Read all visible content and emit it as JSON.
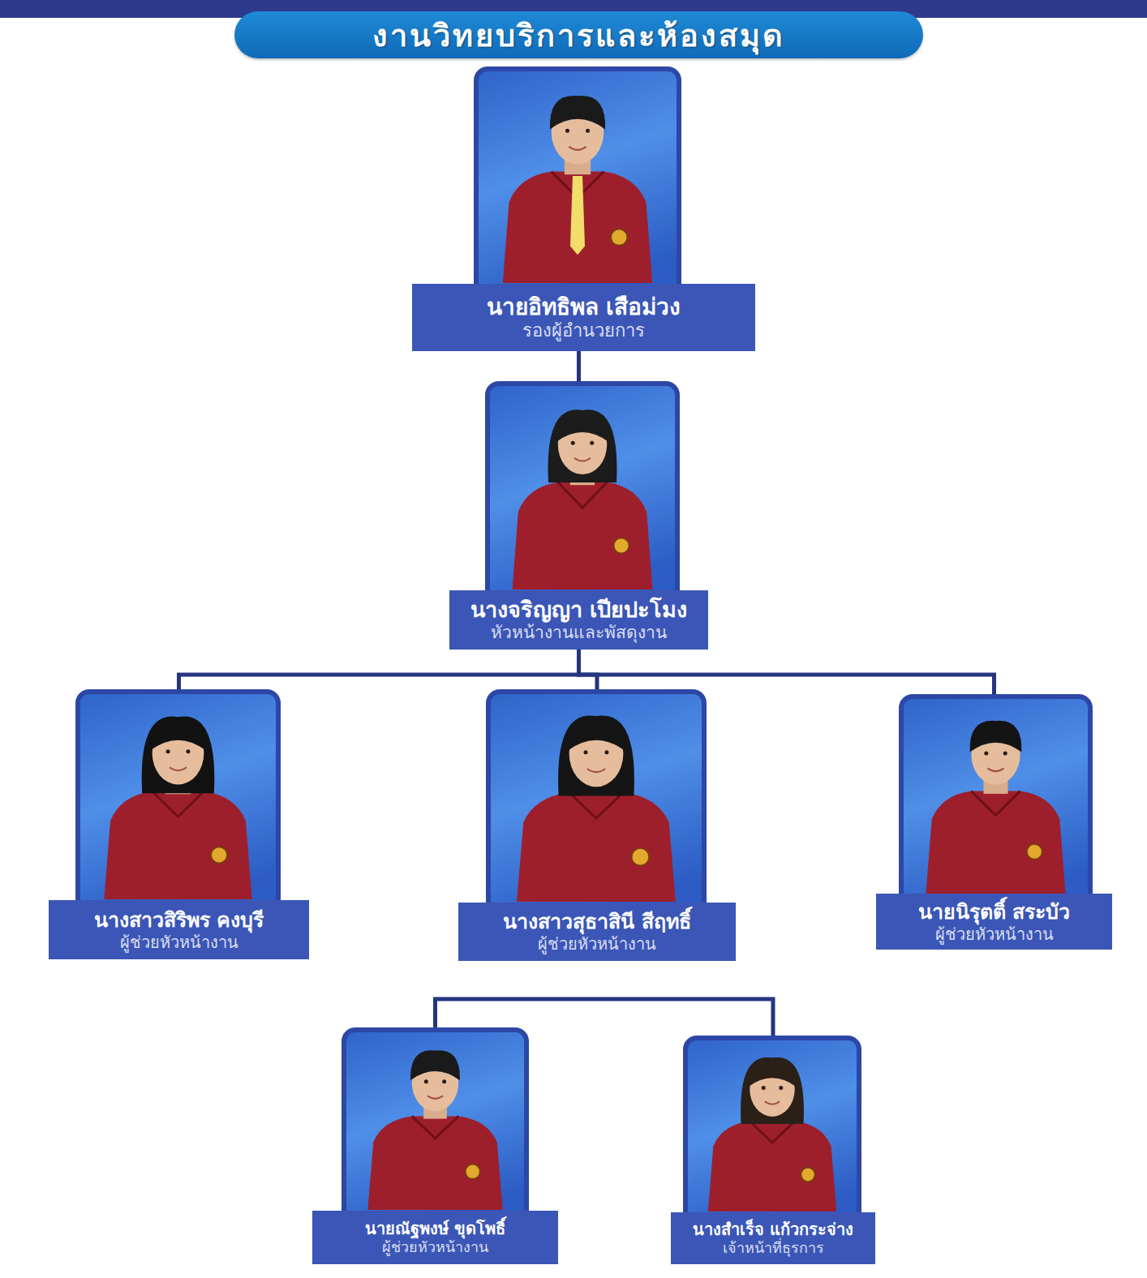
{
  "diagram": {
    "title": "งานวิทยบริการและห้องสมุด",
    "nodes": [
      {
        "text": [
          "นายอิทธิพล เสือม่วง",
          "รองผู้อำนวยการ"
        ]
      },
      {
        "text": [
          "นางจริญญา เปียปะโมง",
          "หัวหน้างานและพัสดุงาน"
        ]
      },
      {
        "text": [
          "นางสาวสิริพร คงบุรี",
          "ผู้ช่วยหัวหน้างาน"
        ]
      },
      {
        "text": [
          "นางสาวสุธาสินี สีฤทธิ์",
          "ผู้ช่วยหัวหน้างาน"
        ]
      },
      {
        "text": [
          "นายนิรุตติ์ สระบัว",
          "ผู้ช่วยหัวหน้างาน"
        ]
      },
      {
        "text": [
          "นายณัฐพงษ์ ขุดโพธิ์",
          "ผู้ช่วยหัวหน้างาน"
        ]
      },
      {
        "text": [
          "นางสำเร็จ แก้วกระจ่าง",
          "เจ้าหน้าที่ธุรการ"
        ]
      }
    ],
    "edges": [
      {
        "from": 0,
        "to": 1,
        "arrow": "none"
      },
      {
        "from": 1,
        "to": 2,
        "arrow": "none"
      },
      {
        "from": 1,
        "to": 3,
        "arrow": "none"
      },
      {
        "from": 1,
        "to": 4,
        "arrow": "none"
      },
      {
        "from": 5,
        "to": 6,
        "arrow": "none"
      }
    ]
  }
}
